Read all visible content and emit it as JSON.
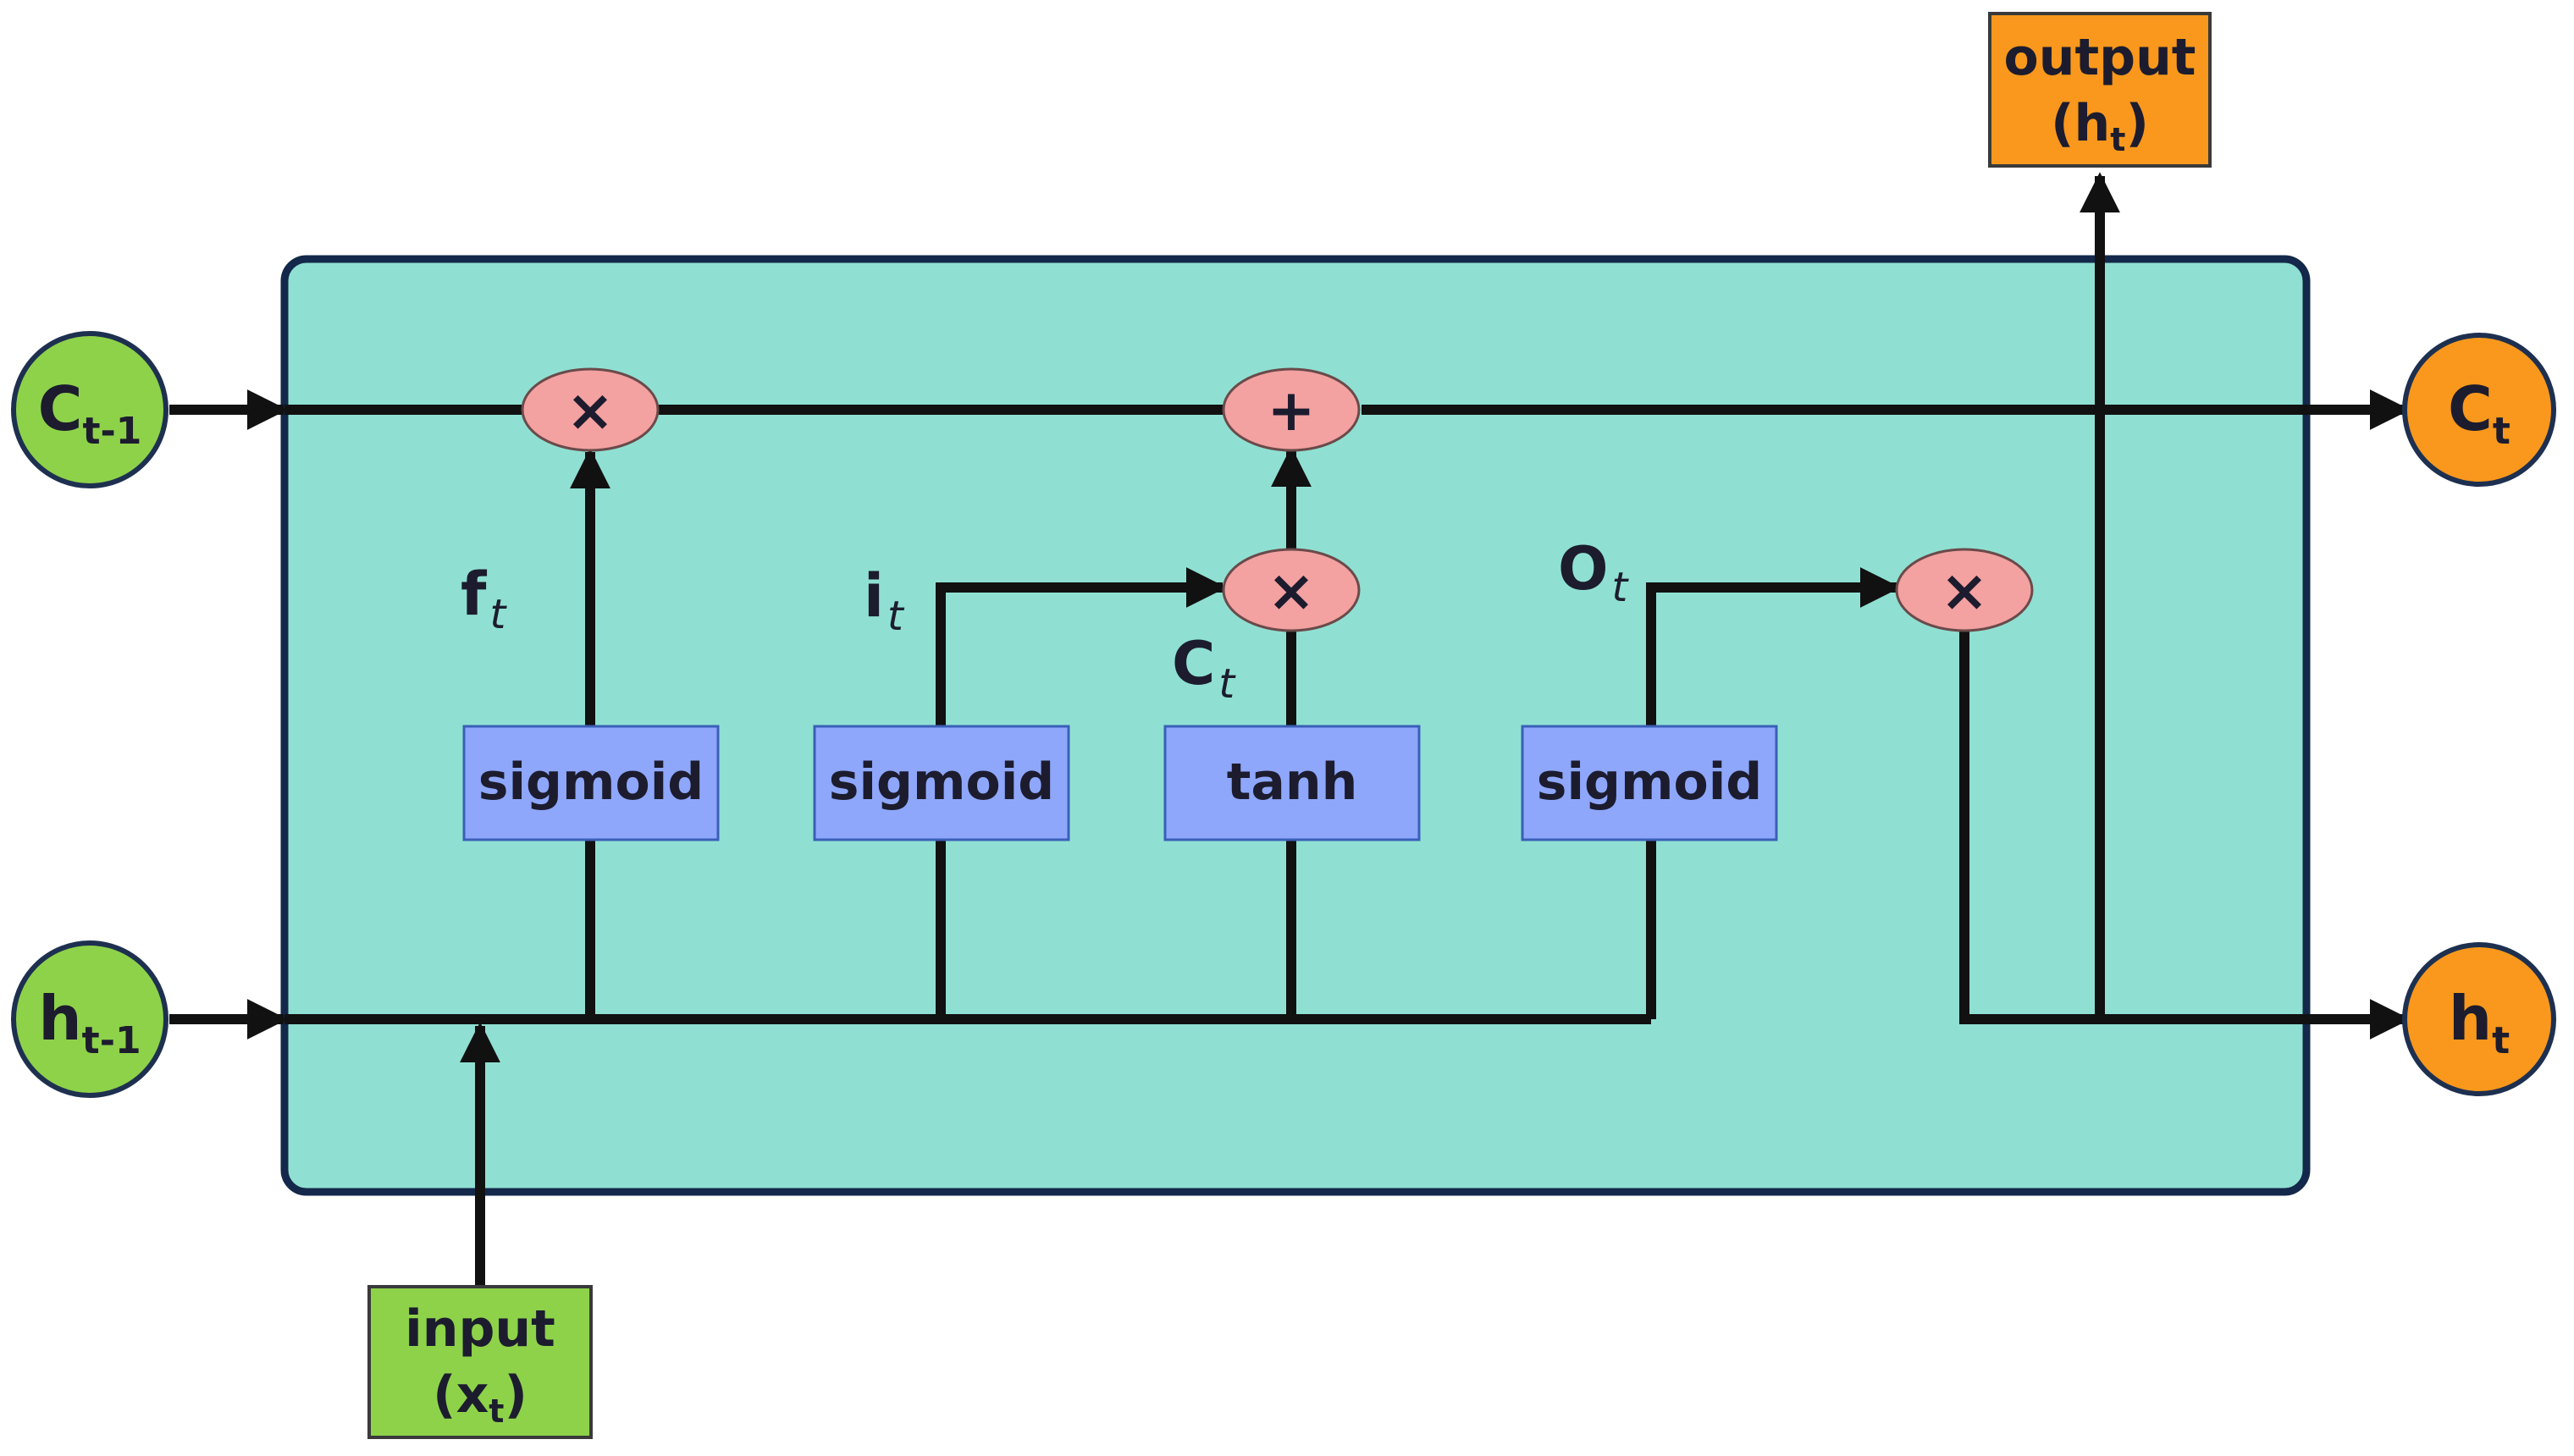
{
  "colors": {
    "cell_fill": "#8fe0d2",
    "cell_border": "#13284a",
    "gate_fill": "#8ea7fb",
    "op_fill": "#f3a1a1",
    "prev_state_fill": "#8ed24a",
    "next_state_fill": "#f9981c",
    "output_box_fill": "#f9981c",
    "input_box_fill": "#8ed24a"
  },
  "states_in": {
    "c_prev": {
      "base": "C",
      "sub": "t-1"
    },
    "h_prev": {
      "base": "h",
      "sub": "t-1"
    }
  },
  "states_out": {
    "c_next": {
      "base": "C",
      "sub": "t"
    },
    "h_next": {
      "base": "h",
      "sub": "t"
    }
  },
  "gates": {
    "forget": "sigmoid",
    "input": "sigmoid",
    "candidate": "tanh",
    "output": "sigmoid"
  },
  "ops": {
    "forget_mult": "×",
    "cell_add": "+",
    "input_mult": "×",
    "output_mult": "×"
  },
  "signals": {
    "f": {
      "base": "f",
      "sub": "t"
    },
    "i": {
      "base": "i",
      "sub": "t"
    },
    "c": {
      "base": "C",
      "sub": "t"
    },
    "o": {
      "base": "O",
      "sub": "t"
    }
  },
  "output_box": {
    "line1": "output",
    "pre": "(h",
    "sub": "t",
    "post": ")"
  },
  "input_box": {
    "line1": "input",
    "pre": "(x",
    "sub": "t",
    "post": ")"
  }
}
